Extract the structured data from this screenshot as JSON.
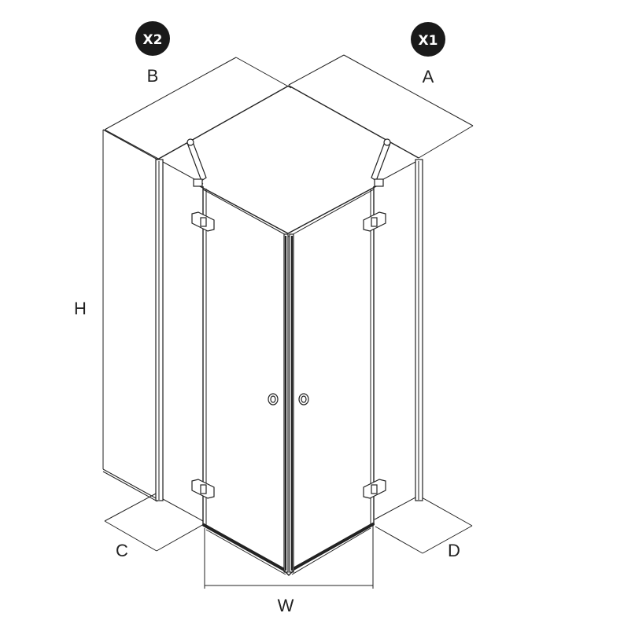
{
  "badges": {
    "x2": "X2",
    "x1": "X1"
  },
  "dimensions": {
    "a": "A",
    "b": "B",
    "h": "H",
    "c": "C",
    "d": "D",
    "w": "W"
  },
  "colors": {
    "line": "#222222",
    "badge_fill": "#1a1a1a",
    "background": "#ffffff"
  }
}
